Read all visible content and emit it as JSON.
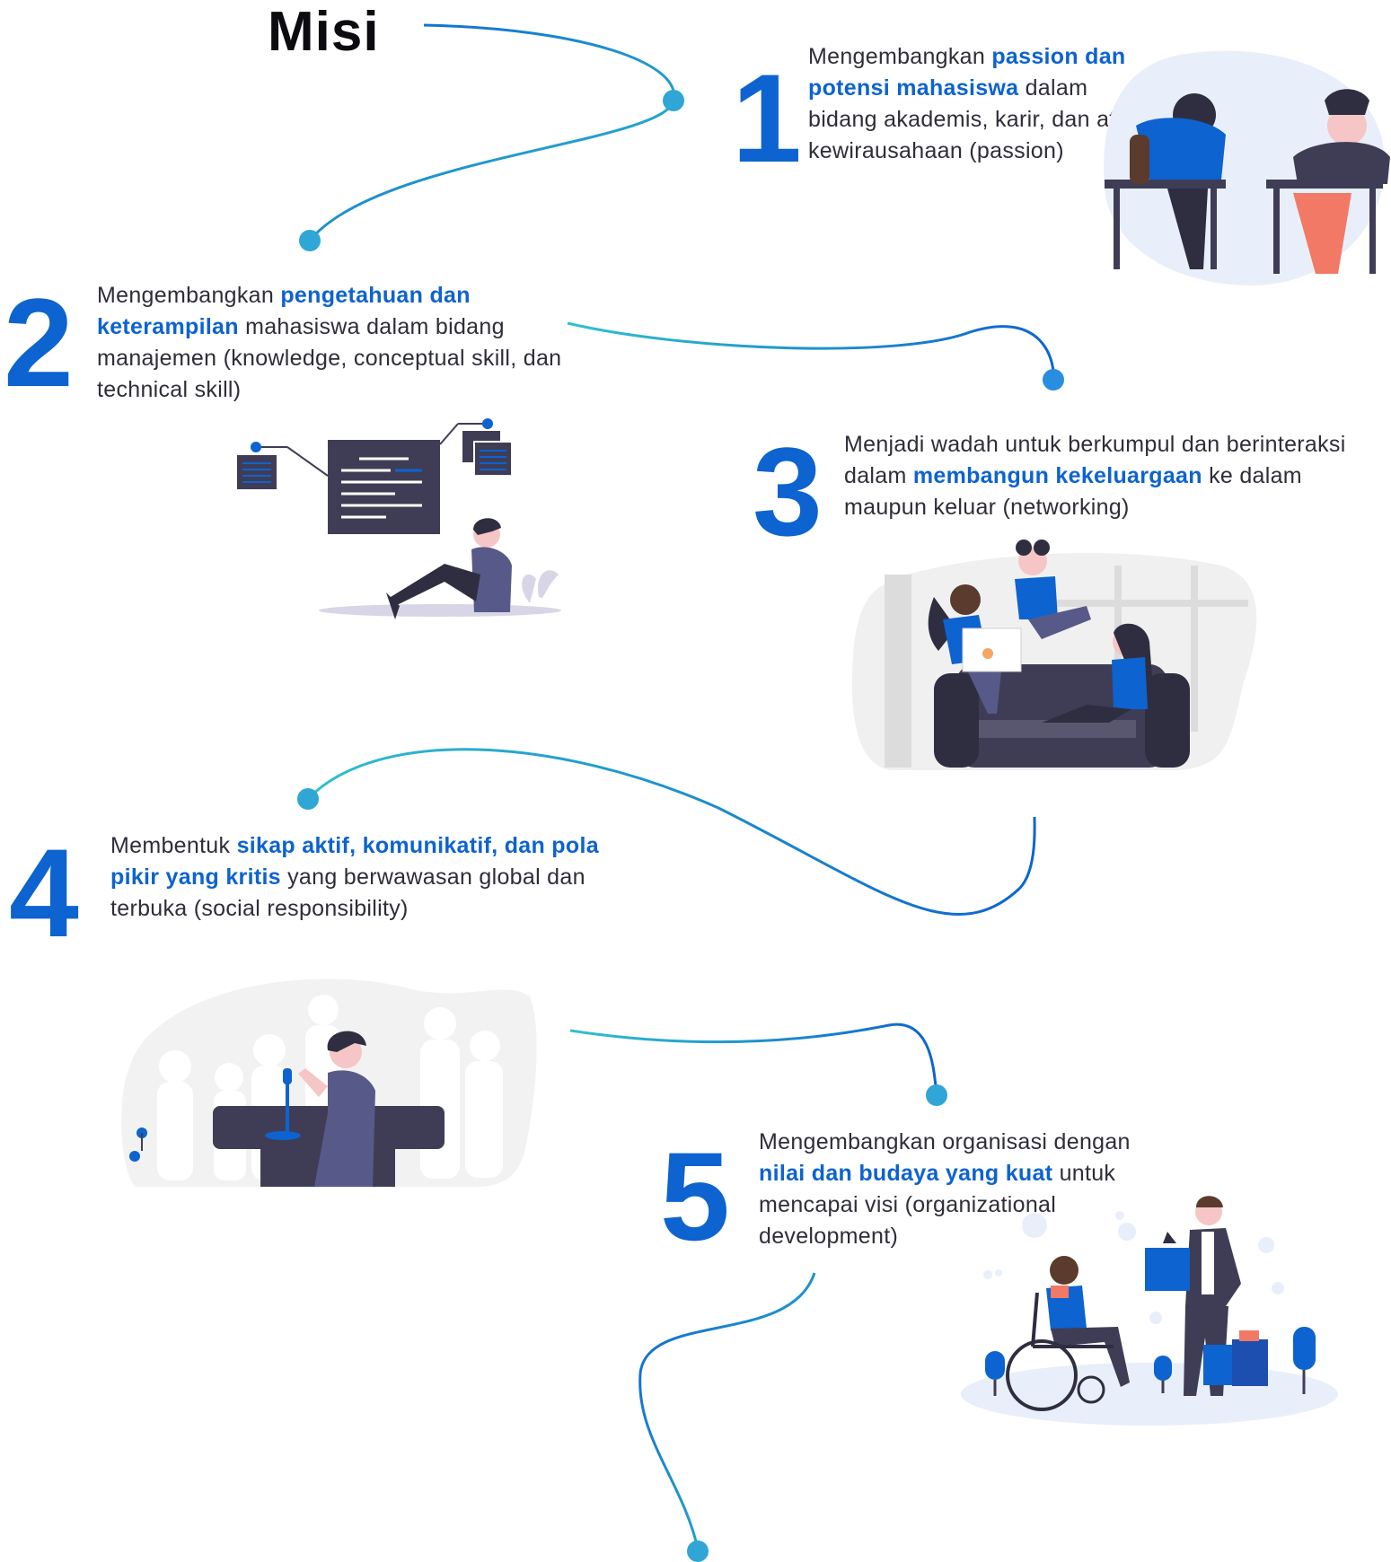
{
  "page": {
    "title": "Misi",
    "colors": {
      "accent_blue": "#0d63d0",
      "teal": "#2fc1cc",
      "dark_figure": "#3f3d56"
    }
  },
  "missions": [
    {
      "number": "1",
      "pre": "Mengembangkan ",
      "highlight": "passion dan potensi mahasiswa",
      "post": " dalam bidang akademis, karir, dan atau kewirausahaan (passion)",
      "illustration": "students-studying-at-desks"
    },
    {
      "number": "2",
      "pre": "Mengembangkan ",
      "highlight": "pengetahuan dan keterampilan",
      "post": " mahasiswa dalam bidang manajemen (knowledge, conceptual skill, dan technical skill)",
      "illustration": "person-thinking-with-documents"
    },
    {
      "number": "3",
      "pre": "Menjadi wadah untuk berkumpul dan berinteraksi dalam ",
      "highlight": "membangun kekeluargaan",
      "post": " ke dalam maupun keluar (networking)",
      "illustration": "friends-on-sofa-with-pizza"
    },
    {
      "number": "4",
      "pre": "Membentuk ",
      "highlight": "sikap aktif, komunikatif, dan pola pikir yang kritis",
      "post": " yang berwawasan global dan terbuka (social responsibility)",
      "illustration": "speaker-at-podium-with-crowd"
    },
    {
      "number": "5",
      "pre": "Mengembangkan organisasi dengan ",
      "highlight": "nilai dan budaya yang kuat",
      "post": " untuk mencapai visi (organizational development)",
      "illustration": "gift-giving-celebration"
    }
  ]
}
